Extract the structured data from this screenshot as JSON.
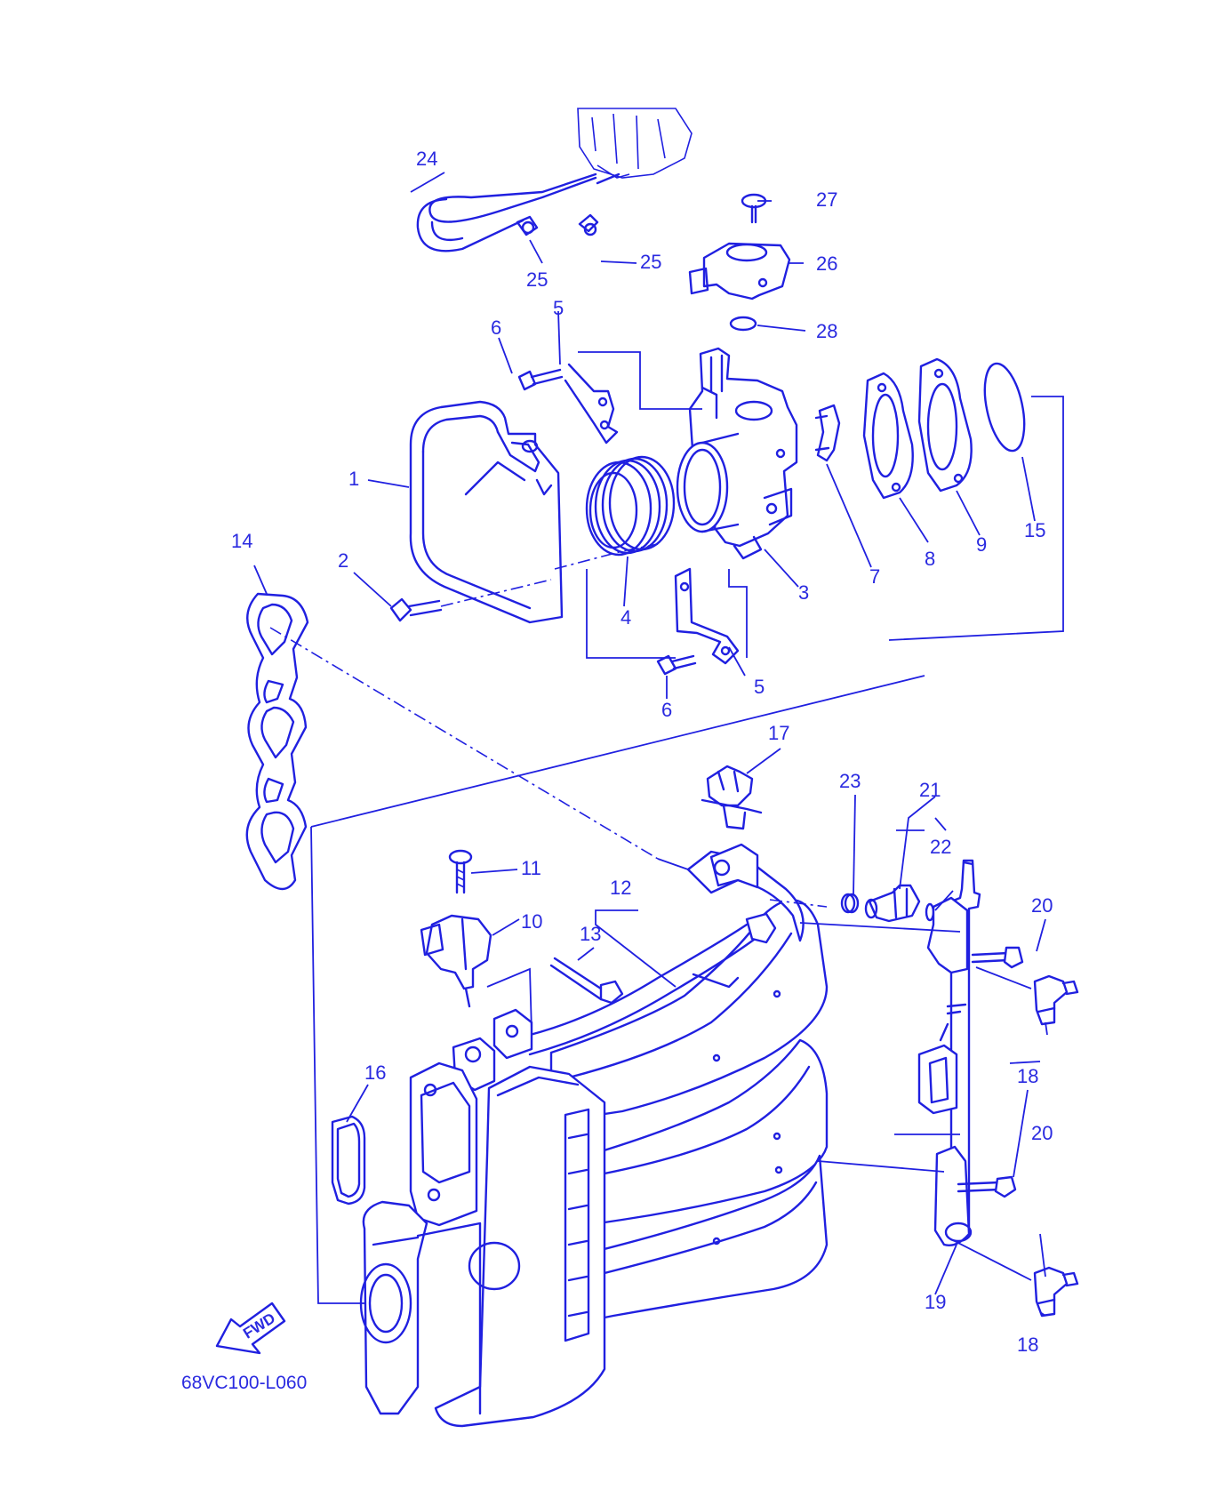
{
  "diagram": {
    "drawing_code": "68VC100-L060",
    "fwd_label": "FWD",
    "colors": {
      "line": "#2020e0",
      "background": "#ffffff"
    },
    "callouts": {
      "c1": "1",
      "c2": "2",
      "c3": "3",
      "c4": "4",
      "c5a": "5",
      "c5b": "5",
      "c6a": "6",
      "c6b": "6",
      "c7": "7",
      "c8": "8",
      "c9": "9",
      "c10": "10",
      "c11": "11",
      "c12": "12",
      "c13": "13",
      "c14": "14",
      "c15": "15",
      "c16": "16",
      "c17": "17",
      "c18a": "18",
      "c18b": "18",
      "c19": "19",
      "c20a": "20",
      "c20b": "20",
      "c21": "21",
      "c22": "22",
      "c23": "23",
      "c24": "24",
      "c25a": "25",
      "c25b": "25",
      "c26": "26",
      "c27": "27",
      "c28": "28"
    },
    "parts": [
      "intake-cover",
      "bolt",
      "throttle-body",
      "intake-sleeve",
      "bracket",
      "bolt",
      "spacer",
      "gasket",
      "gasket",
      "fuel-injector",
      "screw",
      "intake-manifold",
      "bolt",
      "manifold-gasket",
      "o-ring",
      "gasket",
      "hose-holder",
      "hose-joint",
      "fuel-rail",
      "bolt",
      "sensor",
      "o-ring",
      "washer",
      "hose",
      "clip",
      "throttle-position-sensor",
      "screw",
      "o-ring"
    ]
  }
}
